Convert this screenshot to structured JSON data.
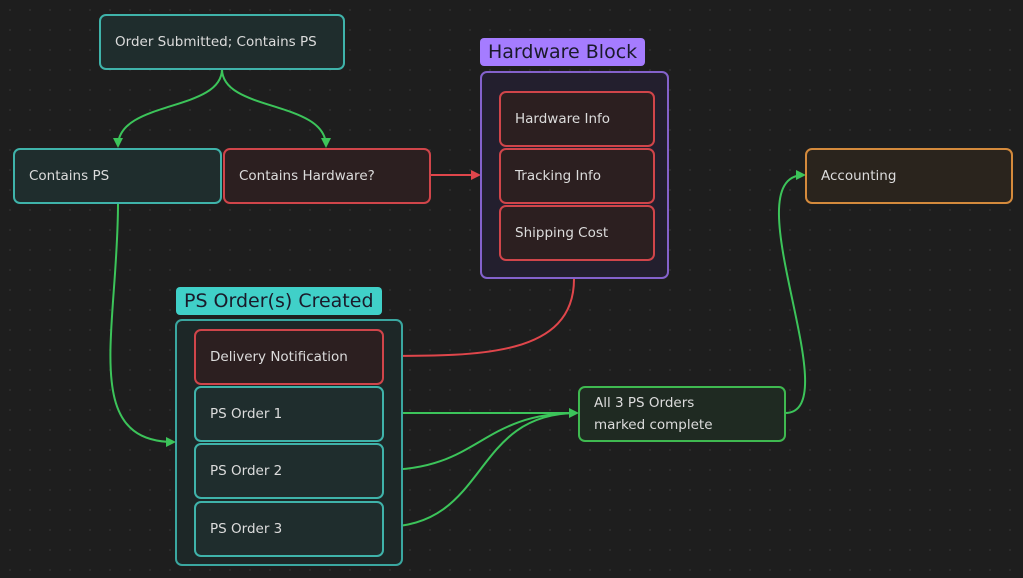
{
  "colors": {
    "teal": "#3fb3aa",
    "red": "#d0454a",
    "purple": "#a57cff",
    "orange": "#d48a3c",
    "green": "#3fb950",
    "edge_green": "#3cc45a",
    "edge_red": "#e0464b"
  },
  "groups": {
    "hardware_block": "Hardware Block",
    "ps_orders_created": "PS Order(s) Created"
  },
  "nodes": {
    "order_submitted": "Order Submitted; Contains PS",
    "contains_ps": "Contains PS",
    "contains_hardware": "Contains Hardware?",
    "hardware_info": "Hardware Info",
    "tracking_info": "Tracking Info",
    "shipping_cost": "Shipping Cost",
    "accounting": "Accounting",
    "delivery_notification": "Delivery Notification",
    "ps_order_1": "PS Order 1",
    "ps_order_2": "PS Order 2",
    "ps_order_3": "PS Order 3",
    "all_complete": "All 3 PS Orders marked complete"
  }
}
